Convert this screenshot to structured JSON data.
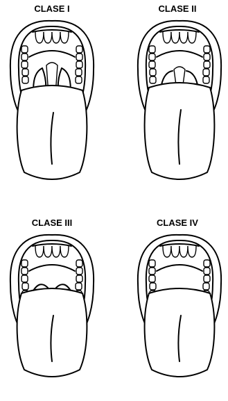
{
  "panels": [
    {
      "title": "CLASE I"
    },
    {
      "title": "CLASE II"
    },
    {
      "title": "CLASE III"
    },
    {
      "title": "CLASE IV"
    }
  ]
}
